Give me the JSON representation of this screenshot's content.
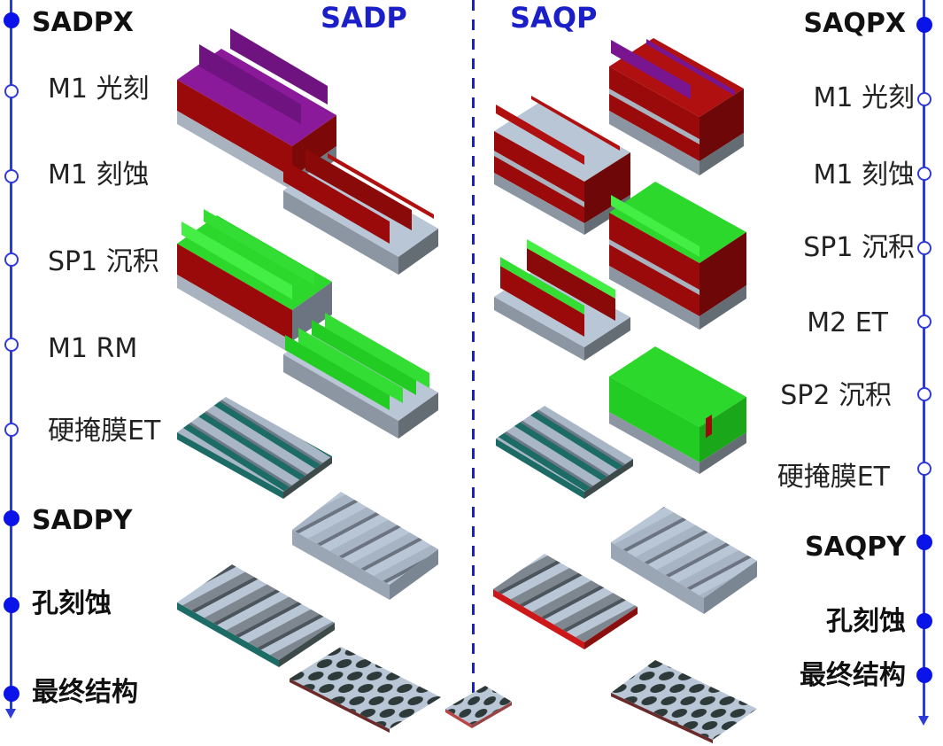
{
  "titles": {
    "left": "SADP",
    "right": "SAQP"
  },
  "colors": {
    "timeline": "#2f3bd6",
    "milestone_dot": "#0a14e8",
    "title_blue": "#1a1fc8",
    "photoresist_purple": "#7a1590",
    "mandrel_red": "#9b0a0a",
    "spacer_green": "#22dd22",
    "hardmask_gray": "#a9b6c6",
    "base_teal": "#1c6b64"
  },
  "left_timeline": {
    "steps": [
      {
        "label": "SADPX",
        "type": "milestone"
      },
      {
        "label": "M1 光刻",
        "type": "step"
      },
      {
        "label": "M1  刻蚀",
        "type": "step"
      },
      {
        "label": "SP1 沉积",
        "type": "step"
      },
      {
        "label": "M1 RM",
        "type": "step"
      },
      {
        "label": "硬掩膜ET",
        "type": "step"
      },
      {
        "label": "SADPY",
        "type": "milestone"
      },
      {
        "label": "孔刻蚀",
        "type": "milestone"
      },
      {
        "label": "最终结构",
        "type": "milestone"
      }
    ]
  },
  "right_timeline": {
    "steps": [
      {
        "label": "SAQPX",
        "type": "milestone"
      },
      {
        "label": "M1   光刻",
        "type": "step"
      },
      {
        "label": "M1 刻蚀",
        "type": "step"
      },
      {
        "label": "SP1 沉积",
        "type": "step"
      },
      {
        "label": "M2 ET",
        "type": "step"
      },
      {
        "label": "SP2 沉积",
        "type": "step"
      },
      {
        "label": "硬掩膜ET",
        "type": "step"
      },
      {
        "label": "SAQPY",
        "type": "milestone"
      },
      {
        "label": "孔刻蚀",
        "type": "milestone"
      },
      {
        "label": "最终结构",
        "type": "milestone"
      }
    ]
  },
  "illustrations": {
    "sadp": [
      "m1-litho-block",
      "m1-etch-block",
      "sp1-dep-block",
      "m1-rm-block",
      "hardmask-et-block",
      "sadpy-block",
      "hole-etch-block",
      "final-hole-array"
    ],
    "saqp": [
      "m1-litho-block",
      "m1-etch-block",
      "sp1-dep-block",
      "m2-et-block",
      "sp2-dep-block",
      "hardmask-et-block",
      "saqpy-block",
      "hole-etch-block",
      "final-hole-array"
    ],
    "shared": [
      "final-dense-hole-array"
    ]
  }
}
